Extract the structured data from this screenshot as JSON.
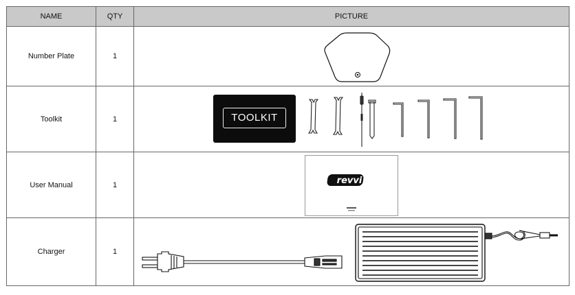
{
  "table": {
    "headers": {
      "name": "NAME",
      "qty": "QTY",
      "picture": "PICTURE"
    },
    "rows": [
      {
        "name": "Number Plate",
        "qty": "1",
        "picture": "number-plate"
      },
      {
        "name": "Toolkit",
        "qty": "1",
        "picture": "toolkit",
        "box_label": "TOOLKIT"
      },
      {
        "name": "User Manual",
        "qty": "1",
        "picture": "user-manual",
        "brand": "revvi"
      },
      {
        "name": "Charger",
        "qty": "1",
        "picture": "charger"
      }
    ]
  }
}
